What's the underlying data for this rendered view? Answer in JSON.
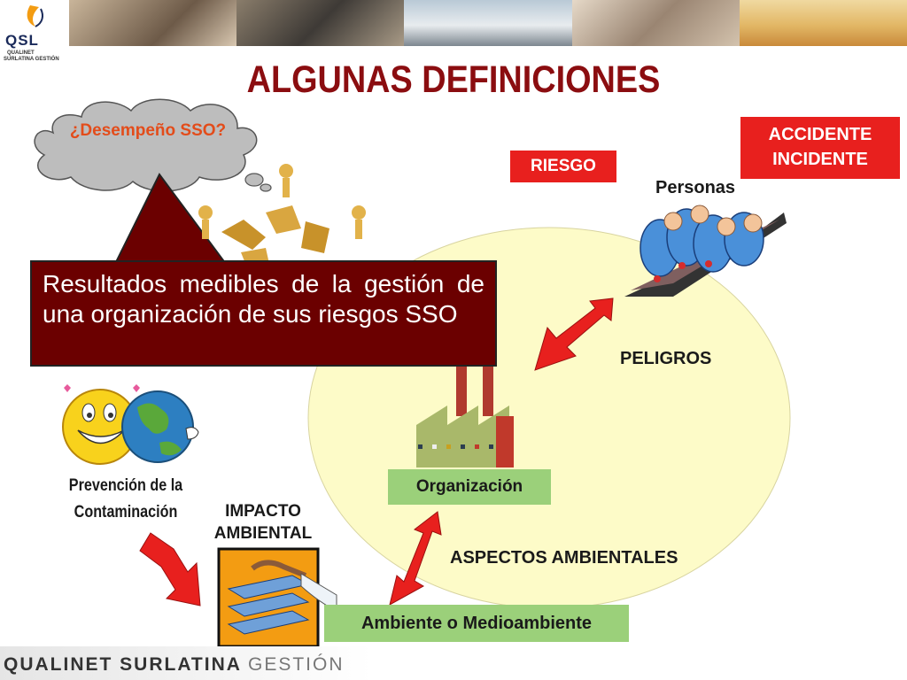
{
  "logo": {
    "text": "QSL",
    "line1": "QUALINET",
    "line2": "SURLATINA GESTIÓN"
  },
  "title": "ALGUNAS DEFINICIONES",
  "cloud": {
    "text": "¿Desempeño SSO?"
  },
  "definition": {
    "text": "Resultados medibles de la gestión de una organización de sus riesgos SSO"
  },
  "labels": {
    "riesgo": "RIESGO",
    "accidente": "ACCIDENTE",
    "incidente": "INCIDENTE",
    "personas": "Personas",
    "peligros": "PELIGROS",
    "organizacion": "Organización",
    "prevencion_line1": "Prevención de la",
    "prevencion_line2": "Contaminación",
    "impacto_line1": "IMPACTO",
    "impacto_line2": "AMBIENTAL",
    "aspectos": "ASPECTOS AMBIENTALES",
    "ambiente": "Ambiente o Medioambiente"
  },
  "footer": {
    "bold": "QUALINET SURLATINA",
    "light": "GESTIÓN"
  },
  "colors": {
    "title": "#8b0d10",
    "red_box": "#e8201e",
    "green_box": "#9bd07a",
    "definition_bg": "#6b0000",
    "ellipse": "#fdfbc8"
  }
}
